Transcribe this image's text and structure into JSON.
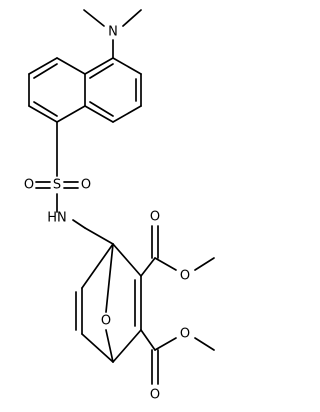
{
  "molecule": {
    "atom_labels": {
      "n_dimethyl": "N",
      "s": "S",
      "o_sulfonyl_left": "O",
      "o_sulfonyl_right": "O",
      "nh": "HN",
      "o_bridge": "O",
      "o_ester_upper_carbonyl": "O",
      "o_ester_upper_ether": "O",
      "o_ester_lower_ether": "O",
      "o_ester_lower_carbonyl": "O"
    }
  }
}
